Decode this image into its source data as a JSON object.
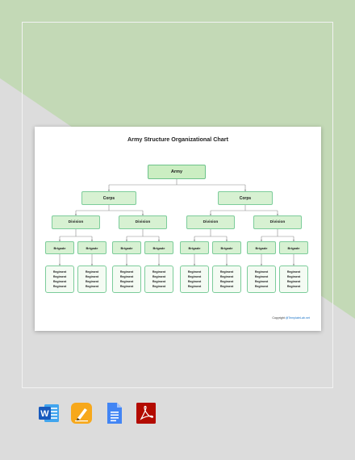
{
  "chart_title": "Army Structure Organizational Chart",
  "army": "Army",
  "corps_label": "Corps",
  "division_label": "Division",
  "brigade_label": "Brigade",
  "regiment_label": "Regiment",
  "copyright": {
    "text": "Copyright",
    "link": "@TemplateLab.net"
  },
  "colors": {
    "node_fill": "#d7f1d2",
    "node_border": "#7ccc9a",
    "bg_green": "#c3d9b6",
    "bg_gray": "#dcdcdc"
  },
  "file_icons": [
    "word-icon",
    "pages-icon",
    "google-docs-icon",
    "pdf-icon"
  ]
}
